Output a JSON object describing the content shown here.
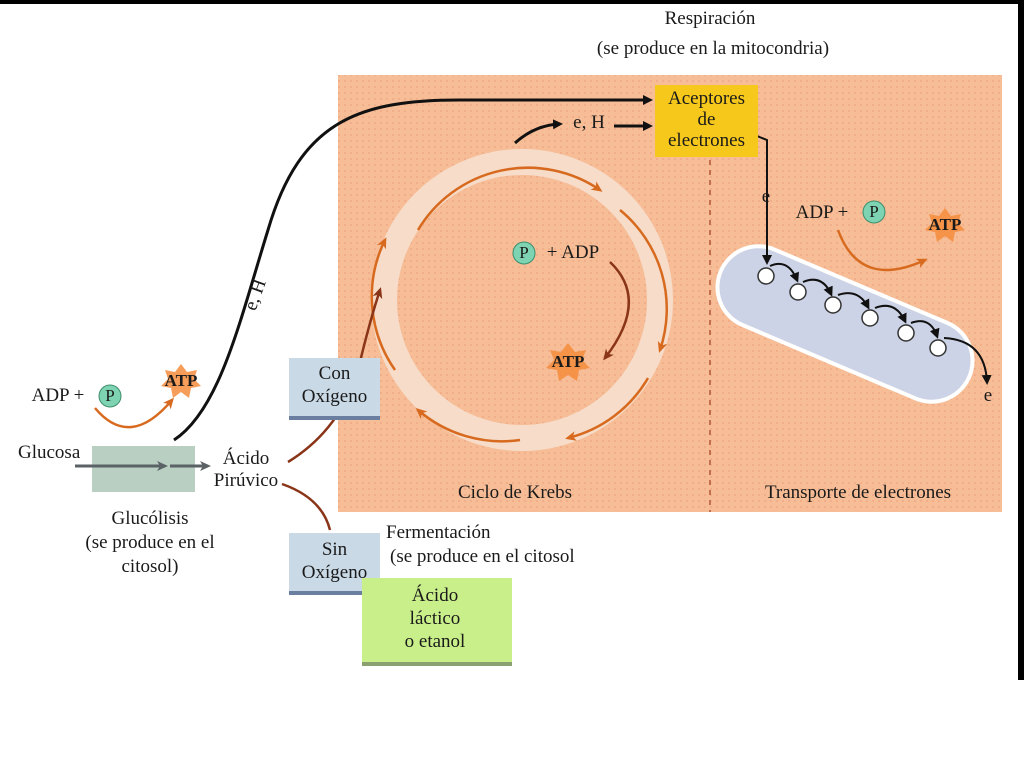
{
  "title": {
    "line1": "Respiración",
    "line2": "(se produce en la mitocondria)"
  },
  "glycolysis": {
    "glucose": "Glucosa",
    "adp": "ADP +",
    "p": "P",
    "atp": "ATP",
    "pyruvic_line1": "Ácido",
    "pyruvic_line2": "Pirúvico",
    "caption_line1": "Glucólisis",
    "caption_line2": "(se produce en el",
    "caption_line3": "citosol)",
    "eh_label": "e, H"
  },
  "oxygen": {
    "with_line1": "Con",
    "with_line2": "Oxígeno",
    "without_line1": "Sin",
    "without_line2": "Oxígeno"
  },
  "fermentation": {
    "title_line1": "Fermentación",
    "title_line2": "(se produce en el citosol",
    "product_line1": "Ácido",
    "product_line2": "láctico",
    "product_line3": "o etanol"
  },
  "krebs": {
    "p": "P",
    "adp": "+ ADP",
    "atp": "ATP",
    "label": "Ciclo de Krebs",
    "eh_label": "e, H"
  },
  "acceptors": {
    "line1": "Aceptores",
    "line2": "de",
    "line3": "electrones"
  },
  "transport": {
    "e_in": "e",
    "adp": "ADP +",
    "p": "P",
    "atp": "ATP",
    "e_out": "e",
    "label": "Transporte de electrones"
  },
  "colors": {
    "mito_bg": "#f6bd96",
    "acceptor_box": "#f7c81c",
    "oxygen_box": "#c9d9e6",
    "product_box": "#c9ef8a",
    "glucose_box": "#b9cfc1",
    "chain_fill": "#cdd3e6",
    "p_circle": "#7ed3b2",
    "atp_star": "#f48c3c",
    "arrow_orange": "#d76a1e",
    "arrow_brown": "#8a3418"
  }
}
